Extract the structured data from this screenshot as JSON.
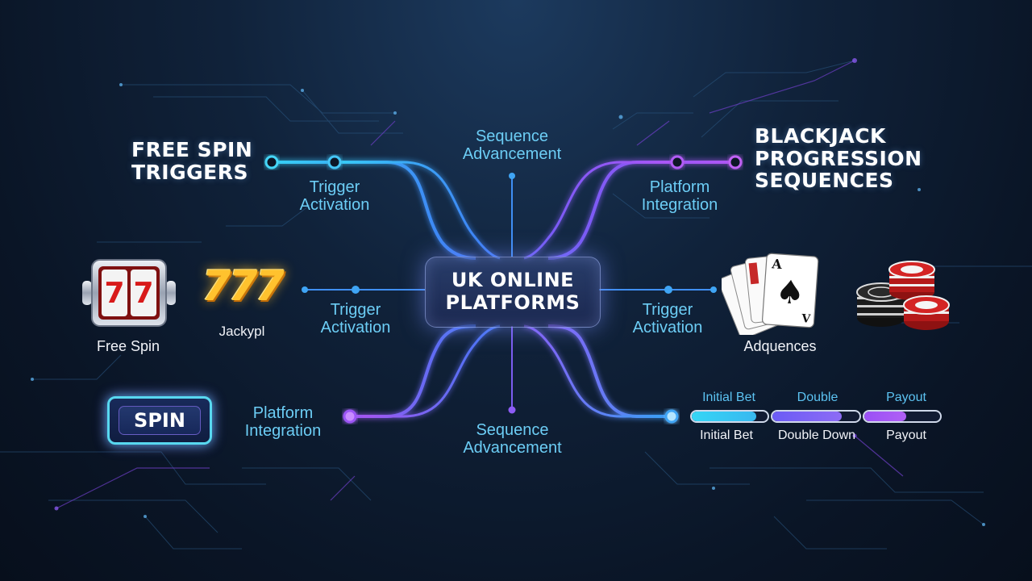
{
  "headings": {
    "free_spin_triggers": [
      "FREE SPIN",
      "TRIGGERS"
    ],
    "blackjack_sequences": [
      "BLACKJACK",
      "PROGRESSION",
      "SEQUENCES"
    ]
  },
  "center": {
    "lines": [
      "UK ONLINE",
      "PLATFORMS"
    ]
  },
  "labels": {
    "sequence_top": [
      "Sequence",
      "Advancement"
    ],
    "trigger_top_left": [
      "Trigger",
      "Activation"
    ],
    "platform_top_right": [
      "Platform",
      "Integration"
    ],
    "trigger_mid_left": [
      "Trigger",
      "Activation"
    ],
    "trigger_mid_right": [
      "Trigger",
      "Activation"
    ],
    "platform_bottom_left": [
      "Platform",
      "Integration"
    ],
    "sequence_bottom": [
      "Sequence",
      "Advancement"
    ]
  },
  "icons": {
    "slot_caption": "Free Spin",
    "jackpot_text": "777",
    "jackpot_caption": "Jackypl",
    "cards_caption": "Adquences",
    "slot_digits": [
      "7",
      "7"
    ],
    "card_rank": "A",
    "card_suit": "♠",
    "card_corner_rank": "V"
  },
  "spin_button": {
    "label": "SPIN"
  },
  "progression": {
    "top_labels": [
      "Initial Bet",
      "Double",
      "Payout"
    ],
    "bottom_labels": [
      "Initial Bet",
      "Double Down",
      "Payout"
    ],
    "fill_fractions": [
      0.85,
      0.8,
      0.55
    ]
  },
  "colors": {
    "cyan": "#33c9f2",
    "blue": "#3d7cf5",
    "purple": "#9a50f5",
    "label_cyan": "#6ccdf5"
  }
}
